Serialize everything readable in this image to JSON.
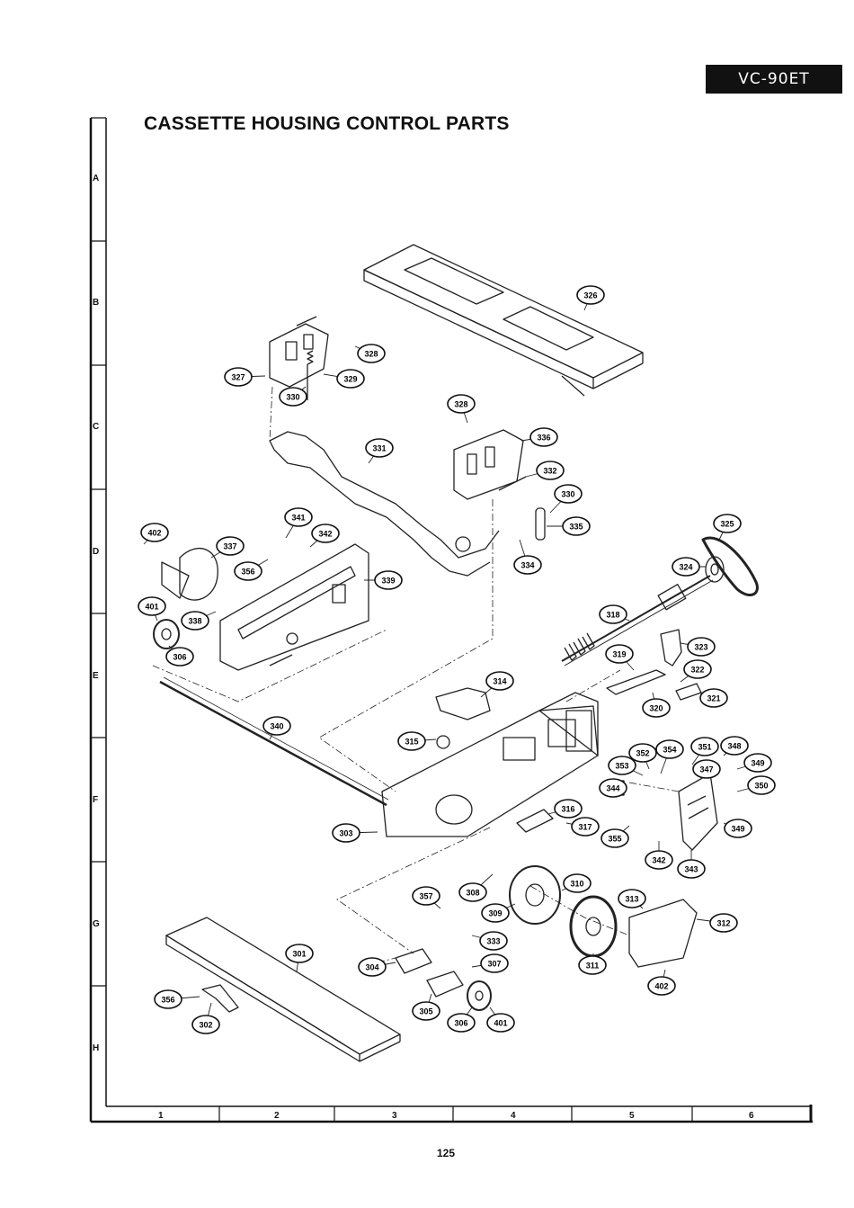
{
  "header": {
    "model": "VC-90ET",
    "title": "CASSETTE HOUSING CONTROL PARTS"
  },
  "grid": {
    "rows": [
      "A",
      "B",
      "C",
      "D",
      "E",
      "F",
      "G",
      "H"
    ],
    "columns": [
      "1",
      "2",
      "3",
      "4",
      "5",
      "6"
    ]
  },
  "parts": [
    "326",
    "328",
    "327",
    "329",
    "330",
    "328",
    "336",
    "331",
    "332",
    "330",
    "335",
    "334",
    "325",
    "324",
    "341",
    "342",
    "402",
    "337",
    "356",
    "339",
    "401",
    "338",
    "306",
    "318",
    "323",
    "319",
    "322",
    "321",
    "320",
    "314",
    "340",
    "315",
    "352",
    "354",
    "351",
    "348",
    "353",
    "347",
    "349",
    "344",
    "350",
    "316",
    "349",
    "317",
    "355",
    "342",
    "343",
    "303",
    "310",
    "308",
    "357",
    "309",
    "313",
    "312",
    "333",
    "301",
    "307",
    "304",
    "311",
    "356",
    "302",
    "305",
    "306",
    "401",
    "402"
  ],
  "footer": {
    "page_number": "125"
  }
}
